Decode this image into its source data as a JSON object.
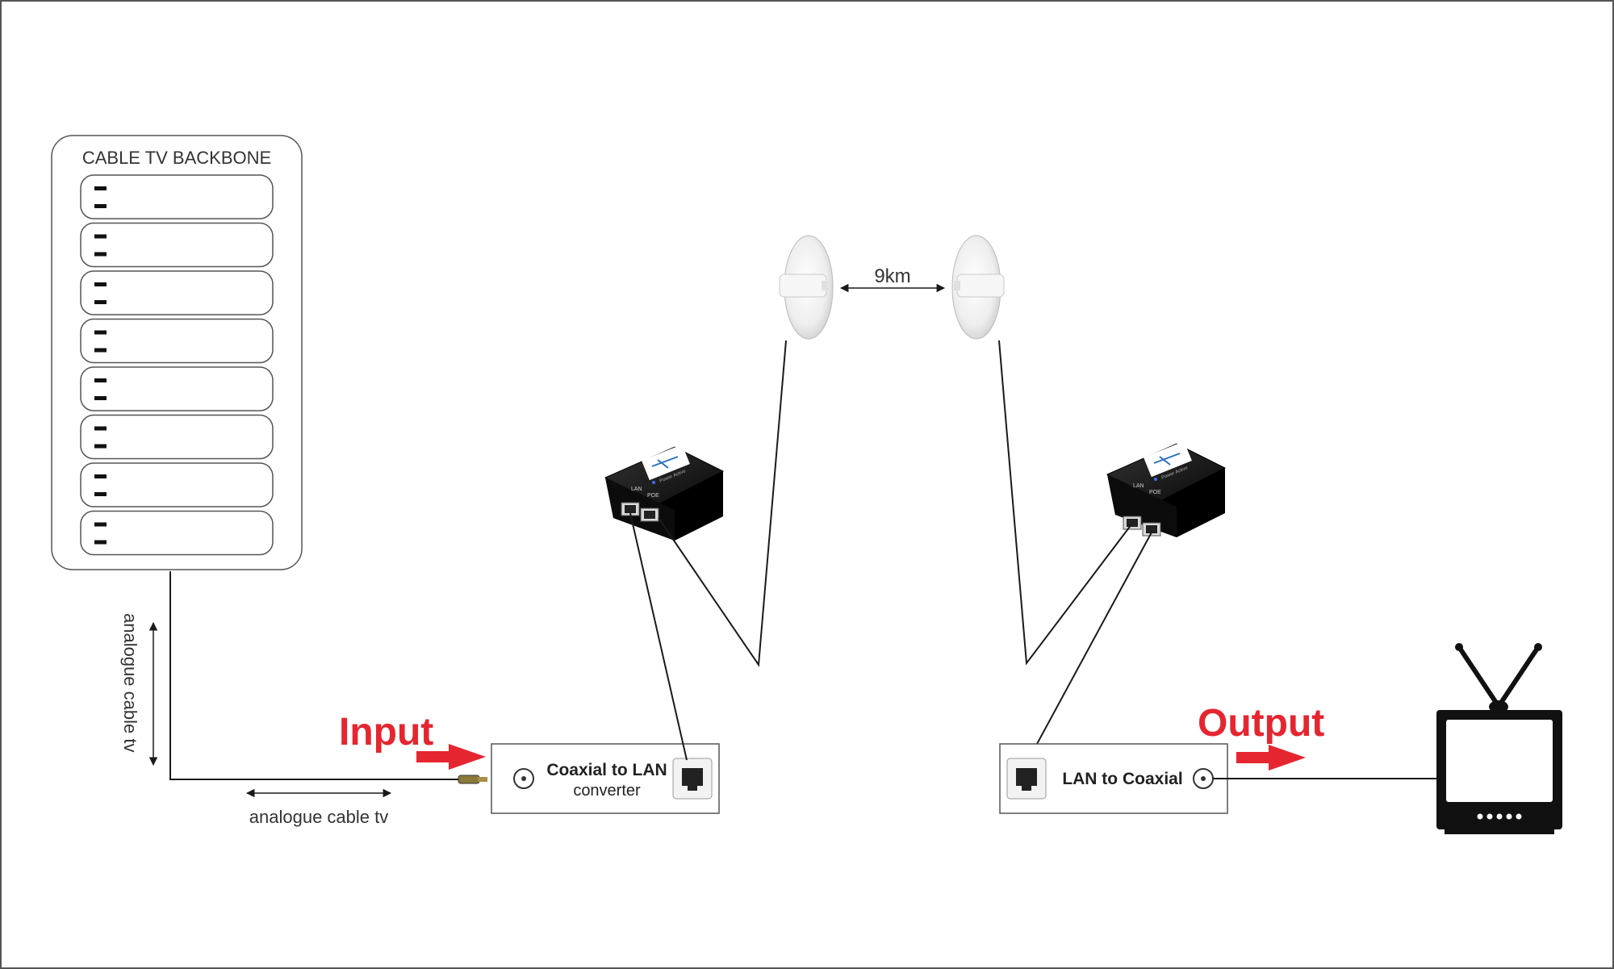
{
  "backbone": {
    "title": "CABLE TV BACKBONE",
    "slot_count": 8
  },
  "labels": {
    "analogue_vertical": "analogue cable tv",
    "analogue_horizontal": "analogue cable tv",
    "input": "Input",
    "output": "Output",
    "distance": "9km"
  },
  "converter_left": {
    "title": "Coaxial to LAN",
    "subtitle": "converter"
  },
  "converter_right": {
    "title": "LAN to Coaxial"
  },
  "poe_injector": {
    "port_lan": "LAN",
    "port_poe": "POE",
    "brand_text": "Power Active"
  },
  "colors": {
    "accent_red": "#e52630",
    "line": "#1a1a1a",
    "device_black": "#111111"
  },
  "icons": [
    "rj45-port-icon",
    "coax-port-icon",
    "antenna-dish-icon",
    "poe-injector-icon",
    "tv-icon",
    "arrow-right-icon",
    "double-arrow-icon"
  ]
}
